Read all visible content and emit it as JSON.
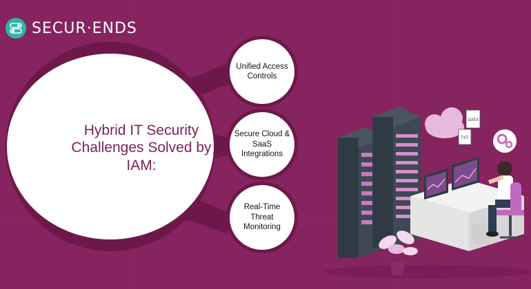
{
  "brand": {
    "name": "SECUR·ENDS",
    "logo_icon": "toggle-switch-icon",
    "accent": "#2fb5a8"
  },
  "colors": {
    "background": "#86245f",
    "connector": "#6d1849",
    "title_text": "#7a1f58"
  },
  "main": {
    "title": "Hybrid IT Security Challenges Solved by IAM:"
  },
  "features": [
    {
      "label": "Unified Access Controls"
    },
    {
      "label": "Secure Cloud & SaaS Integrations"
    },
    {
      "label": "Real-Time Threat Monitoring"
    }
  ],
  "illustration": {
    "subject": "person-at-desk-with-server-racks",
    "doc_labels": [
      "DATA",
      "TXT"
    ]
  }
}
